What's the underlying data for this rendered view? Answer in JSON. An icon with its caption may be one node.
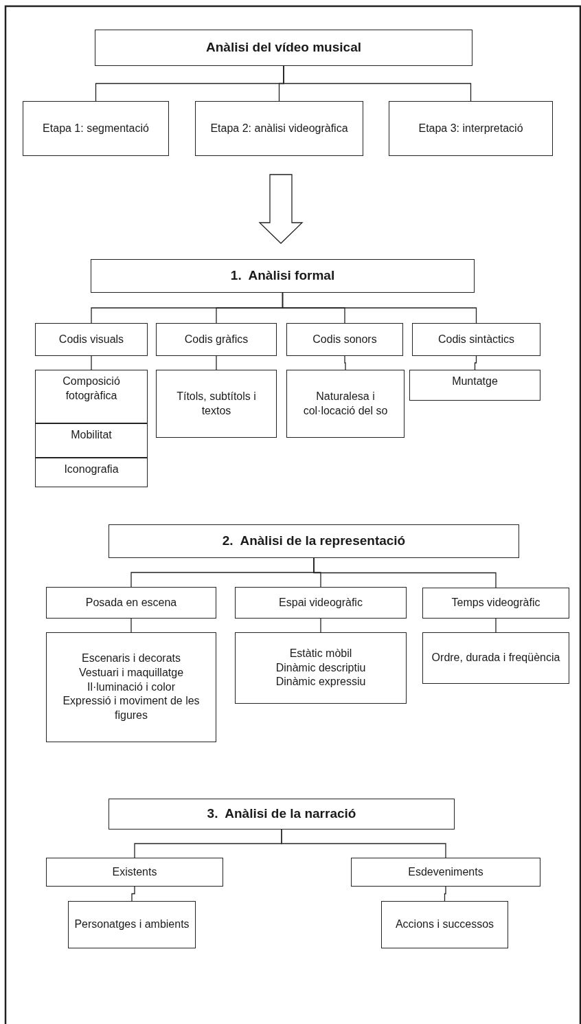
{
  "diagram": {
    "nodes": [
      {
        "text": [
          "Anàlisi del vídeo musical"
        ]
      },
      {
        "text": [
          "Etapa 1: segmentació"
        ]
      },
      {
        "text": [
          "Etapa 2: anàlisi videogràfica"
        ]
      },
      {
        "text": [
          "Etapa 3: interpretació"
        ]
      },
      {
        "text": [
          "1.  Anàlisi formal"
        ]
      },
      {
        "text": [
          "Codis visuals"
        ]
      },
      {
        "text": [
          "Codis gràfics"
        ]
      },
      {
        "text": [
          "Codis sonors"
        ]
      },
      {
        "text": [
          "Codis sintàctics"
        ]
      },
      {
        "text": [
          "Composició fotogràfica"
        ]
      },
      {
        "text": [
          "Mobilitat"
        ]
      },
      {
        "text": [
          "Iconografia"
        ]
      },
      {
        "text": [
          "Títols, subtítols i textos"
        ]
      },
      {
        "text": [
          "Naturalesa i col·locació del so"
        ]
      },
      {
        "text": [
          "Muntatge"
        ]
      },
      {
        "text": [
          "2.  Anàlisi de la representació"
        ]
      },
      {
        "text": [
          "Posada en escena"
        ]
      },
      {
        "text": [
          "Espai videogràfic"
        ]
      },
      {
        "text": [
          "Temps videogràfic"
        ]
      },
      {
        "text": [
          "Escenaris i decorats",
          "Vestuari i maquillatge",
          "Il·luminació i color",
          "Expressió i moviment de les figures"
        ]
      },
      {
        "text": [
          "Estàtic mòbil",
          "Dinàmic descriptiu",
          "Dinàmic expressiu"
        ]
      },
      {
        "text": [
          "Ordre, durada i freqüència"
        ]
      },
      {
        "text": [
          "3.  Anàlisi de la narració"
        ]
      },
      {
        "text": [
          "Existents"
        ]
      },
      {
        "text": [
          "Esdeveniments"
        ]
      },
      {
        "text": [
          "Personatges i ambients"
        ]
      },
      {
        "text": [
          "Accions i successos"
        ]
      }
    ],
    "edges": [
      {
        "from": 0,
        "to": 1,
        "arrow": "none"
      },
      {
        "from": 0,
        "to": 2,
        "arrow": "none"
      },
      {
        "from": 0,
        "to": 3,
        "arrow": "none"
      },
      {
        "from": 2,
        "to": 4,
        "arrow": "to",
        "style": "thick"
      },
      {
        "from": 4,
        "to": 5,
        "arrow": "none"
      },
      {
        "from": 4,
        "to": 6,
        "arrow": "none"
      },
      {
        "from": 4,
        "to": 7,
        "arrow": "none"
      },
      {
        "from": 4,
        "to": 8,
        "arrow": "none"
      },
      {
        "from": 5,
        "to": 9,
        "arrow": "none"
      },
      {
        "from": 6,
        "to": 12,
        "arrow": "none"
      },
      {
        "from": 7,
        "to": 13,
        "arrow": "none"
      },
      {
        "from": 8,
        "to": 14,
        "arrow": "none"
      },
      {
        "from": 15,
        "to": 16,
        "arrow": "none"
      },
      {
        "from": 15,
        "to": 17,
        "arrow": "none"
      },
      {
        "from": 15,
        "to": 18,
        "arrow": "none"
      },
      {
        "from": 16,
        "to": 19,
        "arrow": "none"
      },
      {
        "from": 17,
        "to": 20,
        "arrow": "none"
      },
      {
        "from": 18,
        "to": 21,
        "arrow": "none"
      },
      {
        "from": 22,
        "to": 23,
        "arrow": "none"
      },
      {
        "from": 22,
        "to": 24,
        "arrow": "none"
      },
      {
        "from": 23,
        "to": 25,
        "arrow": "none"
      },
      {
        "from": 24,
        "to": 26,
        "arrow": "none"
      }
    ]
  }
}
